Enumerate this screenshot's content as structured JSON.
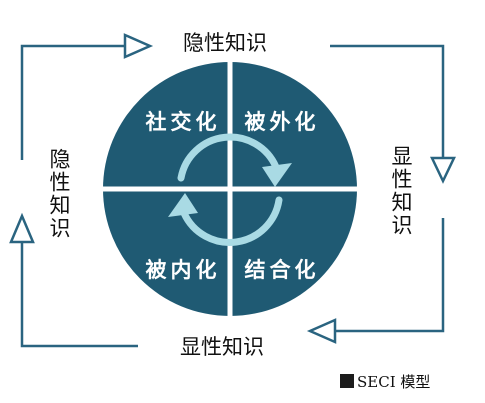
{
  "diagram": {
    "quadrants": [
      {
        "id": "tl",
        "label": "社交化"
      },
      {
        "id": "tr",
        "label": "被外化"
      },
      {
        "id": "bl",
        "label": "被内化"
      },
      {
        "id": "br",
        "label": "结合化"
      }
    ],
    "outer_labels": {
      "top": "隐性知识",
      "right": "显性知识",
      "bottom": "显性知识",
      "left": "隐性知识"
    },
    "caption": "SECI 模型"
  },
  "colors": {
    "circle": "#1f5a73",
    "circle_text": "#ffffff",
    "cycle_arrows": "#a9dae4",
    "flow_lines": "#2a6480",
    "text": "#111111"
  }
}
